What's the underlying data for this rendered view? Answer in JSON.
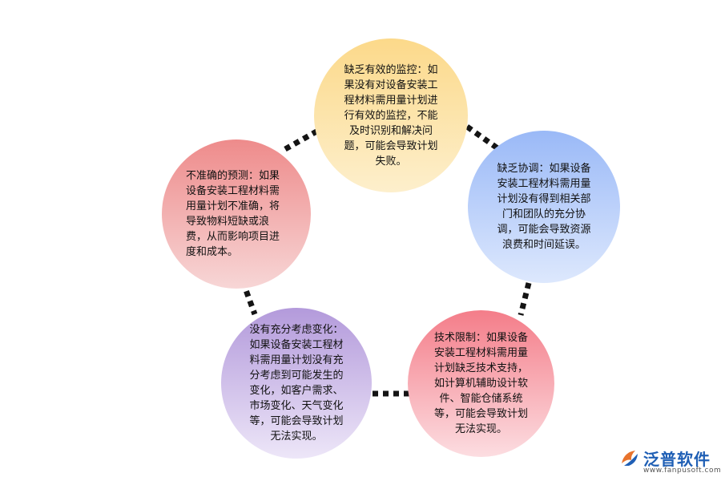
{
  "nodes": {
    "top": "缺乏有效的监控：如果没有对设备安装工程材料需用量计划进行有效的监控，不能及时识别和解决问题，可能会导致计划失败。",
    "right": "缺乏协调：如果设备安装工程材料需用量计划没有得到相关部门和团队的充分协调，可能会导致资源浪费和时间延误。",
    "bottom_right": "技术限制：如果设备安装工程材料需用量计划缺乏技术支持，如计算机辅助设计软件、智能仓储系统等，可能会导致计划无法实现。",
    "bottom_left": "没有充分考虑变化：如果设备安装工程材料需用量计划没有充分考虑到可能发生的变化，如客户需求、市场变化、天气变化等，可能会导致计划无法实现。",
    "left": "不准确的预测：如果设备安装工程材料需用量计划不准确，将导致物料短缺或浪费，从而影响项目进度和成本。"
  },
  "logo": {
    "name": "泛普软件",
    "url": "www.fanpusoft.com"
  },
  "colors": {
    "top": "#fcd98a",
    "right": "#9ab9f7",
    "bottom_right": "#f47d89",
    "bottom_left": "#b39adb",
    "left": "#ee8b8b",
    "connector": "#141414",
    "logo": "#1f5fb5"
  }
}
